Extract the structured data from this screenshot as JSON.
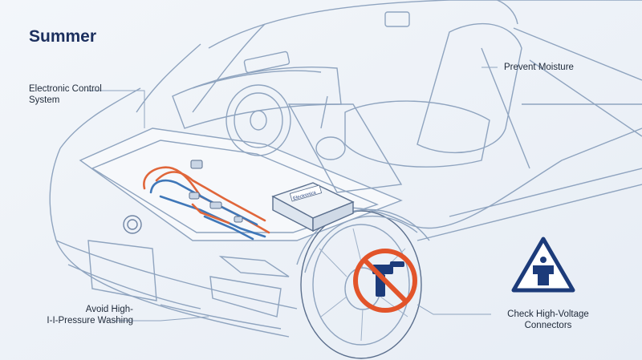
{
  "title": "Summer",
  "callouts": {
    "ecu": "Electronic Control\nSystem",
    "moisture": "Prevent Moisture",
    "washing": "Avoid High-\nI-I-Pressure Washing",
    "connectors": "Check High-Voltage\nConnectors"
  },
  "module_label": "Electronics",
  "colors": {
    "line": "#8fa4bf",
    "dark_line": "#5b6f8d",
    "accent_blue": "#1c3b7a",
    "no_sign_red": "#e2542a",
    "cable_orange": "#e0663a",
    "cable_blue": "#3f77b8"
  },
  "icons": [
    "warning-triangle-icon",
    "prohibited-washing-icon"
  ]
}
